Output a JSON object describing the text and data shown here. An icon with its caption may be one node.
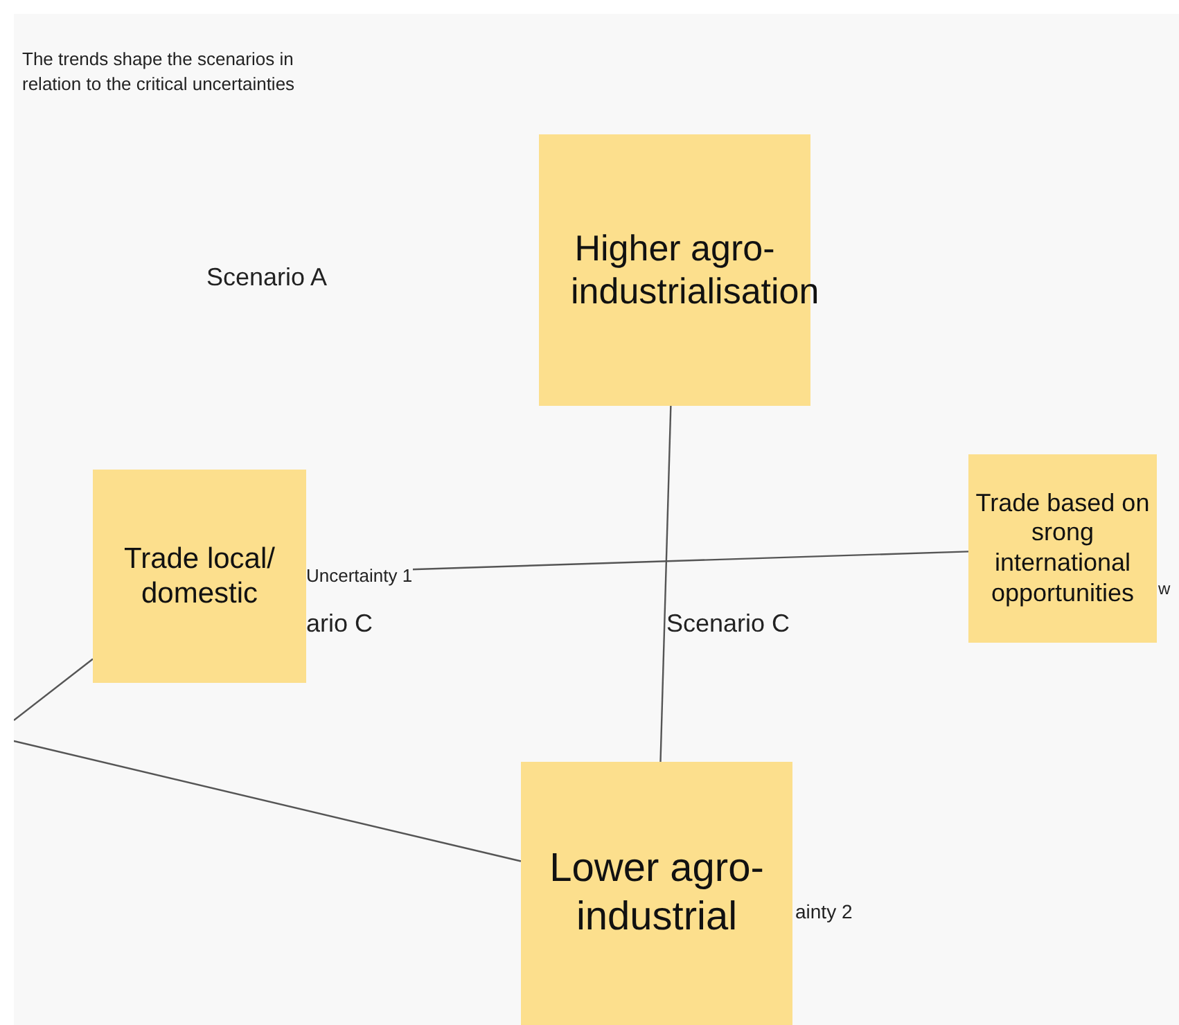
{
  "diagram": {
    "title": "The trends shape the scenarios in relation to the critical uncertainties",
    "nodes": [
      {
        "text": [
          "Higher agro-industrialisation"
        ]
      },
      {
        "text": [
          "Trade local/ domestic"
        ]
      },
      {
        "text": [
          "Trade based on srong international opportunities"
        ]
      },
      {
        "text": [
          "Lower agro-industrial"
        ]
      }
    ],
    "edges": [
      {
        "from": 0,
        "to": 3,
        "arrow": "none"
      },
      {
        "from": 1,
        "to": 2,
        "arrow": "none",
        "label": "Uncertainty 1"
      },
      {
        "from": null,
        "to": 1,
        "arrow": "none"
      },
      {
        "from": null,
        "to": 3,
        "arrow": "none"
      }
    ],
    "labels": [
      "Scenario A",
      "ario C",
      "Scenario C",
      "w",
      "ainty 2"
    ]
  }
}
